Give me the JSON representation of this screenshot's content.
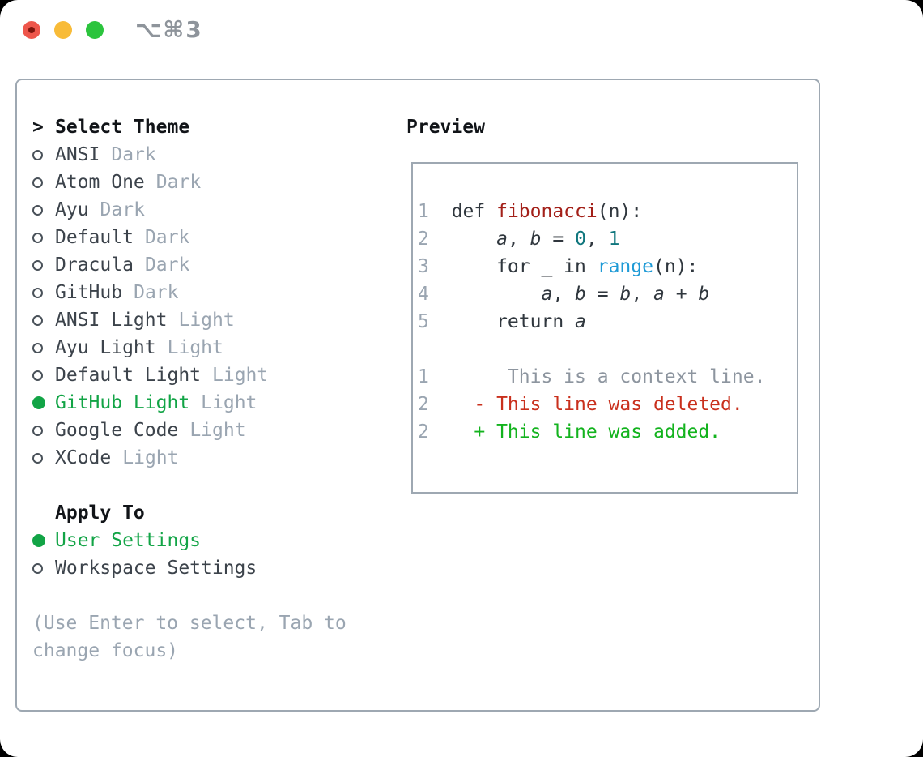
{
  "window": {
    "title_symbols": "⌥⌘3",
    "traffic_lights": [
      "close",
      "minimize",
      "zoom"
    ]
  },
  "colors": {
    "selected_green": "#12a446",
    "added_green": "#13b31e",
    "deleted_red": "#c9301d",
    "function_red": "#a32019",
    "number_teal": "#0f767d",
    "builtin_blue": "#1e9ad6",
    "muted_gray": "#9aa5b1",
    "text_dark": "#3c434b",
    "panel_border": "#9ea8b2"
  },
  "theme_list": {
    "header": "Select Theme",
    "header_caret": ">",
    "items": [
      {
        "label": "ANSI",
        "variant": "Dark",
        "selected": false
      },
      {
        "label": "Atom One",
        "variant": "Dark",
        "selected": false
      },
      {
        "label": "Ayu",
        "variant": "Dark",
        "selected": false
      },
      {
        "label": "Default",
        "variant": "Dark",
        "selected": false
      },
      {
        "label": "Dracula",
        "variant": "Dark",
        "selected": false
      },
      {
        "label": "GitHub",
        "variant": "Dark",
        "selected": false
      },
      {
        "label": "ANSI Light",
        "variant": "Light",
        "selected": false
      },
      {
        "label": "Ayu Light",
        "variant": "Light",
        "selected": false
      },
      {
        "label": "Default Light",
        "variant": "Light",
        "selected": false
      },
      {
        "label": "GitHub Light",
        "variant": "Light",
        "selected": true
      },
      {
        "label": "Google Code",
        "variant": "Light",
        "selected": false
      },
      {
        "label": "XCode",
        "variant": "Light",
        "selected": false
      }
    ]
  },
  "apply_to": {
    "header": "Apply To",
    "items": [
      {
        "label": "User Settings",
        "selected": true
      },
      {
        "label": "Workspace Settings",
        "selected": false
      }
    ]
  },
  "help": {
    "line1": "(Use Enter to select, Tab to",
    "line2": "change focus)"
  },
  "preview": {
    "title": "Preview",
    "lines": [
      {
        "num": "1",
        "segments": [
          {
            "t": "  def ",
            "c": "code"
          },
          {
            "t": "fibonacci",
            "c": "func"
          },
          {
            "t": "(n):",
            "c": "code"
          }
        ]
      },
      {
        "num": "2",
        "segments": [
          {
            "t": "      ",
            "c": "code"
          },
          {
            "t": "a",
            "c": "var"
          },
          {
            "t": ", ",
            "c": "code"
          },
          {
            "t": "b",
            "c": "var"
          },
          {
            "t": " = ",
            "c": "code"
          },
          {
            "t": "0",
            "c": "num"
          },
          {
            "t": ", ",
            "c": "code"
          },
          {
            "t": "1",
            "c": "num"
          }
        ]
      },
      {
        "num": "3",
        "segments": [
          {
            "t": "      for _ in ",
            "c": "code"
          },
          {
            "t": "range",
            "c": "call"
          },
          {
            "t": "(n):",
            "c": "code"
          }
        ]
      },
      {
        "num": "4",
        "segments": [
          {
            "t": "          ",
            "c": "code"
          },
          {
            "t": "a",
            "c": "var"
          },
          {
            "t": ", ",
            "c": "code"
          },
          {
            "t": "b",
            "c": "var"
          },
          {
            "t": " = ",
            "c": "code"
          },
          {
            "t": "b",
            "c": "var"
          },
          {
            "t": ", ",
            "c": "code"
          },
          {
            "t": "a",
            "c": "var"
          },
          {
            "t": " + ",
            "c": "code"
          },
          {
            "t": "b",
            "c": "var"
          }
        ]
      },
      {
        "num": "5",
        "segments": [
          {
            "t": "      return ",
            "c": "code"
          },
          {
            "t": "a",
            "c": "var"
          }
        ]
      },
      {
        "num": "",
        "segments": []
      },
      {
        "num": "1",
        "segments": [
          {
            "t": "       This is a context line.",
            "c": "ctx"
          }
        ]
      },
      {
        "num": "2",
        "segments": [
          {
            "t": "    - This line was deleted.",
            "c": "del"
          }
        ]
      },
      {
        "num": "2",
        "segments": [
          {
            "t": "    + This line was added.",
            "c": "add"
          }
        ]
      }
    ]
  }
}
